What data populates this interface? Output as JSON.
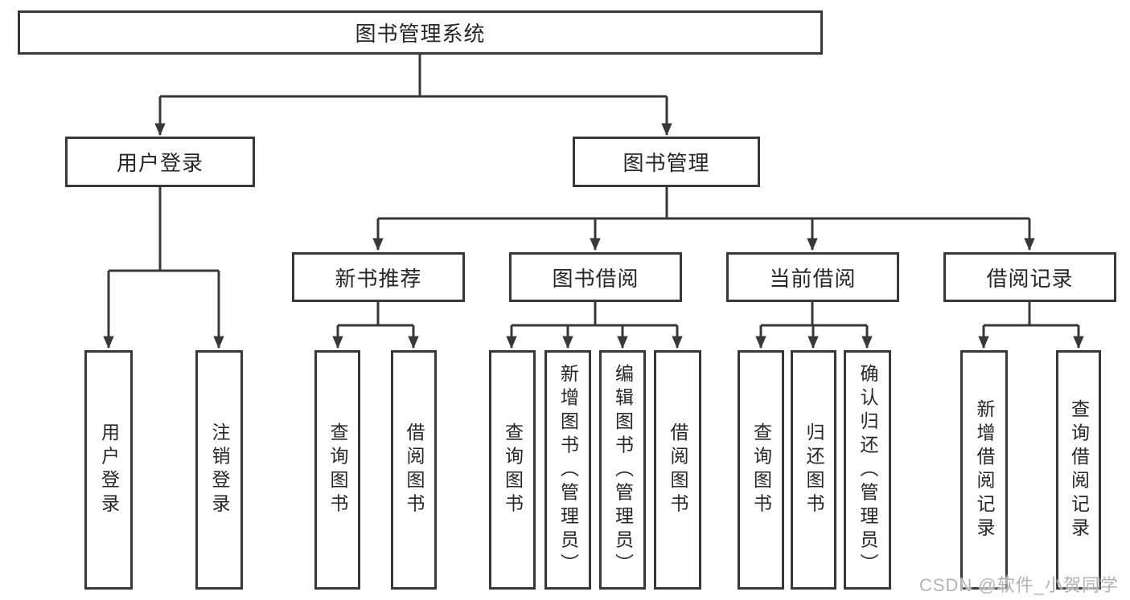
{
  "tree": {
    "label": "图书管理系统",
    "children": [
      {
        "label": "用户登录",
        "children": [
          {
            "label": "用户登录"
          },
          {
            "label": "注销登录"
          }
        ]
      },
      {
        "label": "图书管理",
        "children": [
          {
            "label": "新书推荐",
            "children": [
              {
                "label": "查询图书"
              },
              {
                "label": "借阅图书"
              }
            ]
          },
          {
            "label": "图书借阅",
            "children": [
              {
                "label": "查询图书"
              },
              {
                "label": "新增图书（管理员）"
              },
              {
                "label": "编辑图书（管理员）"
              },
              {
                "label": "借阅图书"
              }
            ]
          },
          {
            "label": "当前借阅",
            "children": [
              {
                "label": "查询图书"
              },
              {
                "label": "归还图书"
              },
              {
                "label": "确认归还（管理员）"
              }
            ]
          },
          {
            "label": "借阅记录",
            "children": [
              {
                "label": "新增借阅记录"
              },
              {
                "label": "查询借阅记录"
              }
            ]
          }
        ]
      }
    ]
  },
  "watermark": {
    "text": "CSDN @软件_小贺同学"
  },
  "colors": {
    "line": "#383838",
    "text": "#262626",
    "box_background": "#ffffff",
    "watermark": "#b3b3b3",
    "page_background": "#ffffff"
  }
}
